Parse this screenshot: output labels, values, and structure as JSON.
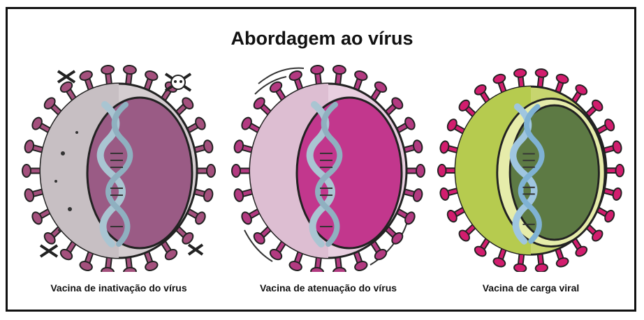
{
  "title": "Abordagem ao vírus",
  "panels": [
    {
      "label": "Vacina de inativação do vírus",
      "icons": [
        "crossbones-icon",
        "skull-crossbones-icon"
      ],
      "colors": {
        "spike": "#a4507d",
        "shell": "#d4cdd0",
        "core": "#9a5b85"
      }
    },
    {
      "label": "Vacina de atenuação do vírus",
      "icons": [
        "motion-lines-icon"
      ],
      "colors": {
        "spike": "#b33a81",
        "shell": "#e8cfe0",
        "core": "#c2378d"
      }
    },
    {
      "label": "Vacina de carga viral",
      "icons": [],
      "colors": {
        "spike": "#d21d6e",
        "shell": "#c7d56f",
        "core": "#5d7a44"
      }
    }
  ]
}
